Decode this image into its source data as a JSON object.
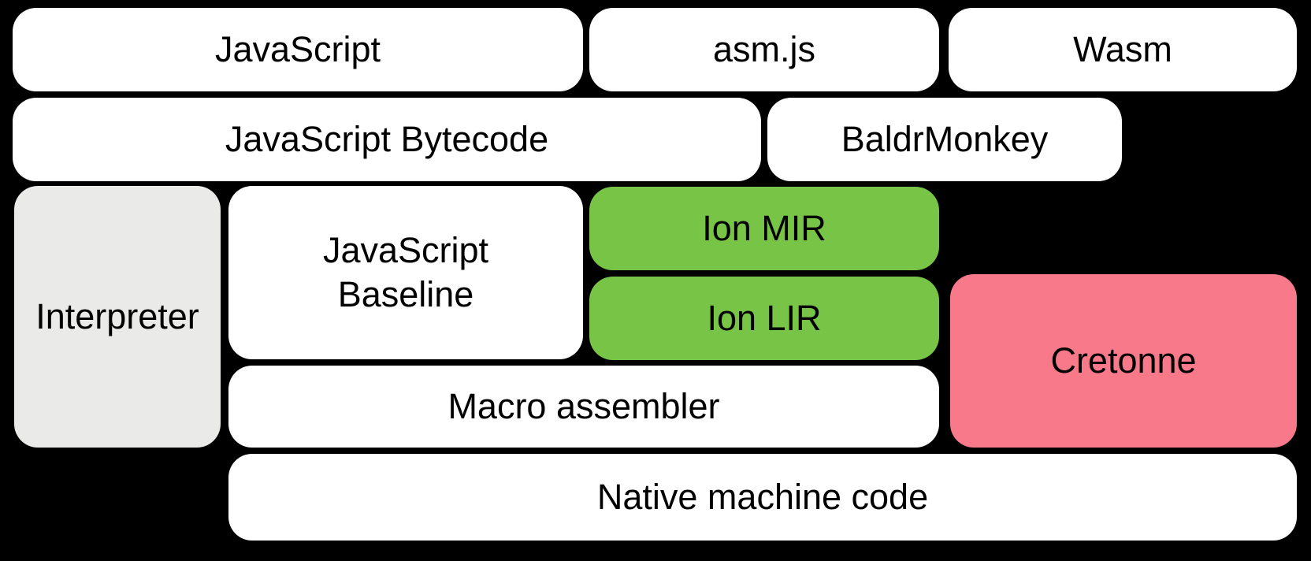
{
  "canvas": {
    "background": "#000000"
  },
  "palette": {
    "box_default": "#ffffff",
    "box_interpreter": "#eaeae9",
    "box_ion": "#77c446",
    "box_cretonne": "#f7798a",
    "text": "#000000"
  },
  "boxes": {
    "javascript": {
      "label": "JavaScript",
      "color": "#ffffff"
    },
    "asmjs": {
      "label": "asm.js",
      "color": "#ffffff"
    },
    "wasm": {
      "label": "Wasm",
      "color": "#ffffff"
    },
    "javascript_bytecode": {
      "label": "JavaScript Bytecode",
      "color": "#ffffff"
    },
    "baldrmonkey": {
      "label": "BaldrMonkey",
      "color": "#ffffff"
    },
    "interpreter": {
      "label": "Interpreter",
      "color": "#eaeae9"
    },
    "javascript_baseline": {
      "label": "JavaScript\nBaseline",
      "color": "#ffffff"
    },
    "ion_mir": {
      "label": "Ion MIR",
      "color": "#77c446"
    },
    "ion_lir": {
      "label": "Ion LIR",
      "color": "#77c446"
    },
    "cretonne": {
      "label": "Cretonne",
      "color": "#f7798a"
    },
    "macro_assembler": {
      "label": "Macro assembler",
      "color": "#ffffff"
    },
    "native_machine_code": {
      "label": "Native machine code",
      "color": "#ffffff"
    }
  }
}
